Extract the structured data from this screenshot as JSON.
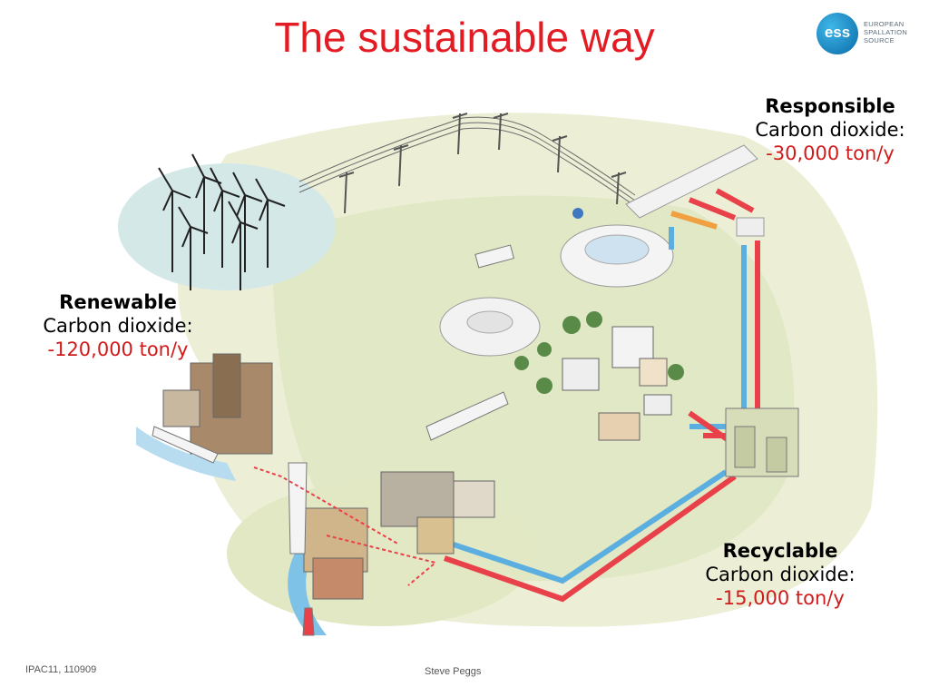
{
  "slide": {
    "title": "The sustainable way",
    "logo": {
      "mark": "ess",
      "lines": [
        "EUROPEAN",
        "SPALLATION",
        "SOURCE"
      ]
    },
    "labels": {
      "responsible": {
        "heading": "Responsible",
        "line": "Carbon dioxide:",
        "value": "-30,000 ton/y"
      },
      "renewable": {
        "heading": "Renewable",
        "line": "Carbon dioxide:",
        "value": "-120,000 ton/y"
      },
      "recyclable": {
        "heading": "Recyclable",
        "line": "Carbon dioxide:",
        "value": "-15,000 ton/y"
      }
    },
    "footer": {
      "left": "IPAC11, 110909",
      "center": "Steve Peggs"
    },
    "colors": {
      "title": "#e31b23",
      "value": "#d11b1b",
      "pipe_hot": "#e8414a",
      "pipe_cold": "#5aaee0",
      "ground": "#e6ebcd"
    }
  }
}
